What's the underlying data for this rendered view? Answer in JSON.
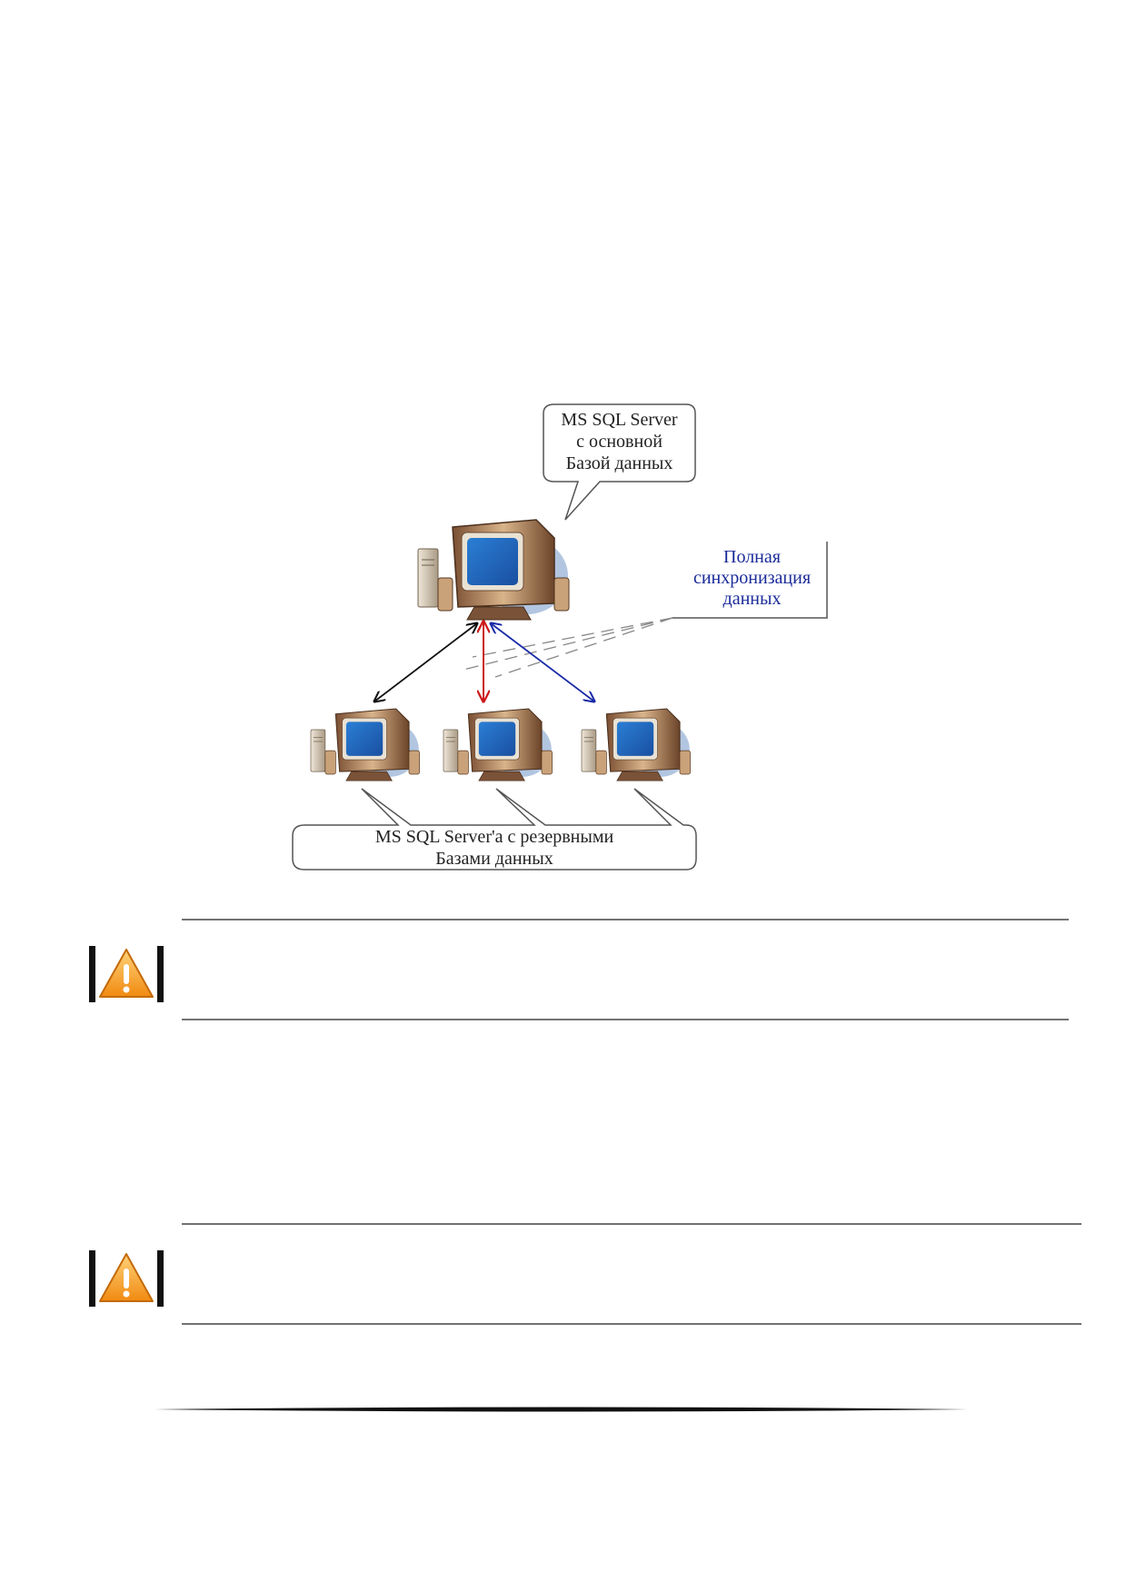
{
  "diagram": {
    "primary_callout": {
      "lines": [
        "MS SQL Server",
        "с основной",
        "Базой данных"
      ]
    },
    "sync_label": {
      "lines": [
        "Полная",
        "синхронизация",
        "данных"
      ]
    },
    "replica_callout": {
      "lines": [
        "MS SQL Server'a с резервными",
        "Базами данных"
      ]
    },
    "computers": [
      "primary-computer-icon",
      "replica-computer-icon",
      "replica-computer-icon",
      "replica-computer-icon"
    ],
    "arrow_colors": {
      "left": "#111111",
      "center": "#cc1a1a",
      "right": "#1a2ba8"
    }
  },
  "notes": [
    {
      "icon": "warning-icon"
    },
    {
      "icon": "warning-icon"
    }
  ]
}
